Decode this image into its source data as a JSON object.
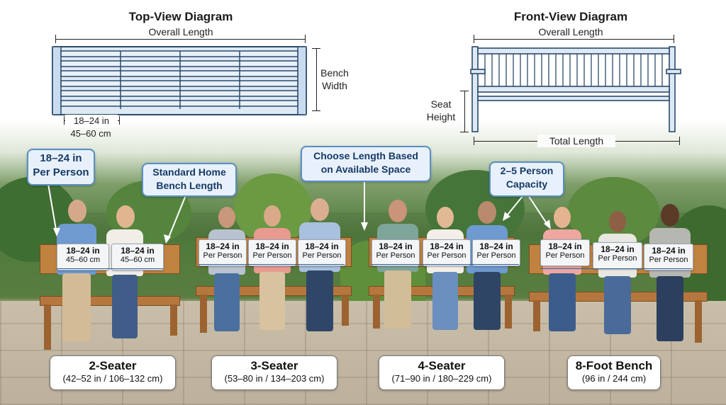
{
  "top_view": {
    "title": "Top-View Diagram",
    "overall_length": "Overall Length",
    "bench_width_line1": "Bench",
    "bench_width_line2": "Width",
    "segment_in": "18–24 in",
    "segment_cm": "45–60 cm"
  },
  "front_view": {
    "title": "Front-View Diagram",
    "overall_length": "Overall Length",
    "seat_height_line1": "Seat",
    "seat_height_line2": "Height",
    "total_length": "Total Length"
  },
  "callouts": {
    "per_person_line1": "18–24 in",
    "per_person_line2": "Per Person",
    "standard_line1": "Standard Home",
    "standard_line2": "Bench Length",
    "choose_line1": "Choose Length Based",
    "choose_line2": "on Available Space",
    "capacity_line1": "2–5 Person",
    "capacity_line2": "Capacity"
  },
  "tags": [
    {
      "a": "18–24 in",
      "b": "45–60 cm"
    },
    {
      "a": "18–24 in",
      "b": "45–60 cm"
    },
    {
      "a": "18–24 in",
      "b": "Per Person"
    },
    {
      "a": "18–24 in",
      "b": "Per Person"
    },
    {
      "a": "18–24 in",
      "b": "Per Person"
    },
    {
      "a": "18–24 in",
      "b": "Per Person"
    },
    {
      "a": "18–24 in",
      "b": "Per Person"
    },
    {
      "a": "18–24 in",
      "b": "Per Person"
    },
    {
      "a": "18–24 in",
      "b": "Per Person"
    },
    {
      "a": "18–24 in",
      "b": "Per Person"
    },
    {
      "a": "18–24 in",
      "b": "Per Person"
    }
  ],
  "sizes": [
    {
      "title": "2-Seater",
      "sub": "(42–52 in / 106–132 cm)"
    },
    {
      "title": "3-Seater",
      "sub": "(53–80 in / 134–203 cm)"
    },
    {
      "title": "4-Seater",
      "sub": "(71–90 in / 180–229 cm)"
    },
    {
      "title": "8-Foot Bench",
      "sub": "(96 in / 244 cm)"
    }
  ],
  "colors": {
    "callout_fill": "#e8f1fb",
    "callout_border": "#5a8fc7",
    "diagram_blue": "#dbe8f5",
    "wood": "#b5773d"
  }
}
